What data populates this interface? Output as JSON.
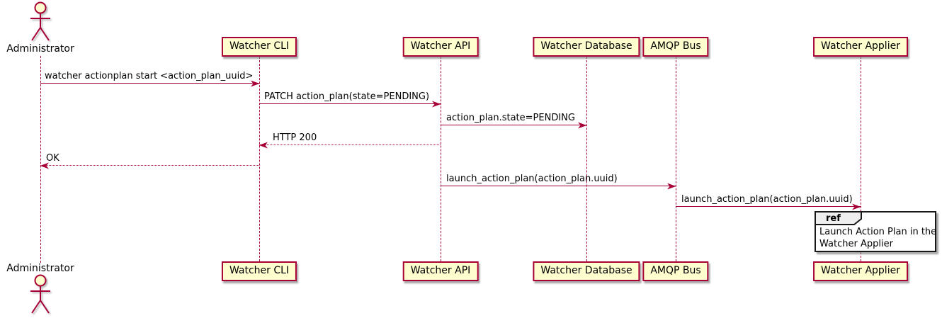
{
  "diagram_type": "uml-sequence-diagram",
  "colors": {
    "accent": "#A80036",
    "participant_fill": "#FEFECE",
    "ref_header_fill": "#EEEEEE",
    "ref_border": "#181818",
    "text": "#000000"
  },
  "participants": [
    {
      "name": "Administrator",
      "kind": "actor"
    },
    {
      "name": "Watcher CLI",
      "kind": "participant"
    },
    {
      "name": "Watcher API",
      "kind": "participant"
    },
    {
      "name": "Watcher Database",
      "kind": "participant"
    },
    {
      "name": "AMQP Bus",
      "kind": "participant"
    },
    {
      "name": "Watcher Applier",
      "kind": "participant"
    }
  ],
  "messages": [
    {
      "from": "Administrator",
      "to": "Watcher CLI",
      "text": "watcher actionplan start <action_plan_uuid>",
      "line": "solid",
      "direction": "right"
    },
    {
      "from": "Watcher CLI",
      "to": "Watcher API",
      "text": "PATCH action_plan(state=PENDING)",
      "line": "solid",
      "direction": "right"
    },
    {
      "from": "Watcher API",
      "to": "Watcher Database",
      "text": "action_plan.state=PENDING",
      "line": "solid",
      "direction": "right"
    },
    {
      "from": "Watcher API",
      "to": "Watcher CLI",
      "text": "HTTP 200",
      "line": "dotted",
      "direction": "left"
    },
    {
      "from": "Watcher CLI",
      "to": "Administrator",
      "text": "OK",
      "line": "dotted",
      "direction": "left"
    },
    {
      "from": "Watcher API",
      "to": "AMQP Bus",
      "text": "launch_action_plan(action_plan.uuid)",
      "line": "solid",
      "direction": "right"
    },
    {
      "from": "AMQP Bus",
      "to": "Watcher Applier",
      "text": "launch_action_plan(action_plan.uuid)",
      "line": "solid",
      "direction": "right"
    }
  ],
  "ref_fragment": {
    "keyword": "ref",
    "over": "Watcher Applier",
    "lines": [
      "Launch Action Plan in the",
      "Watcher Applier"
    ]
  }
}
